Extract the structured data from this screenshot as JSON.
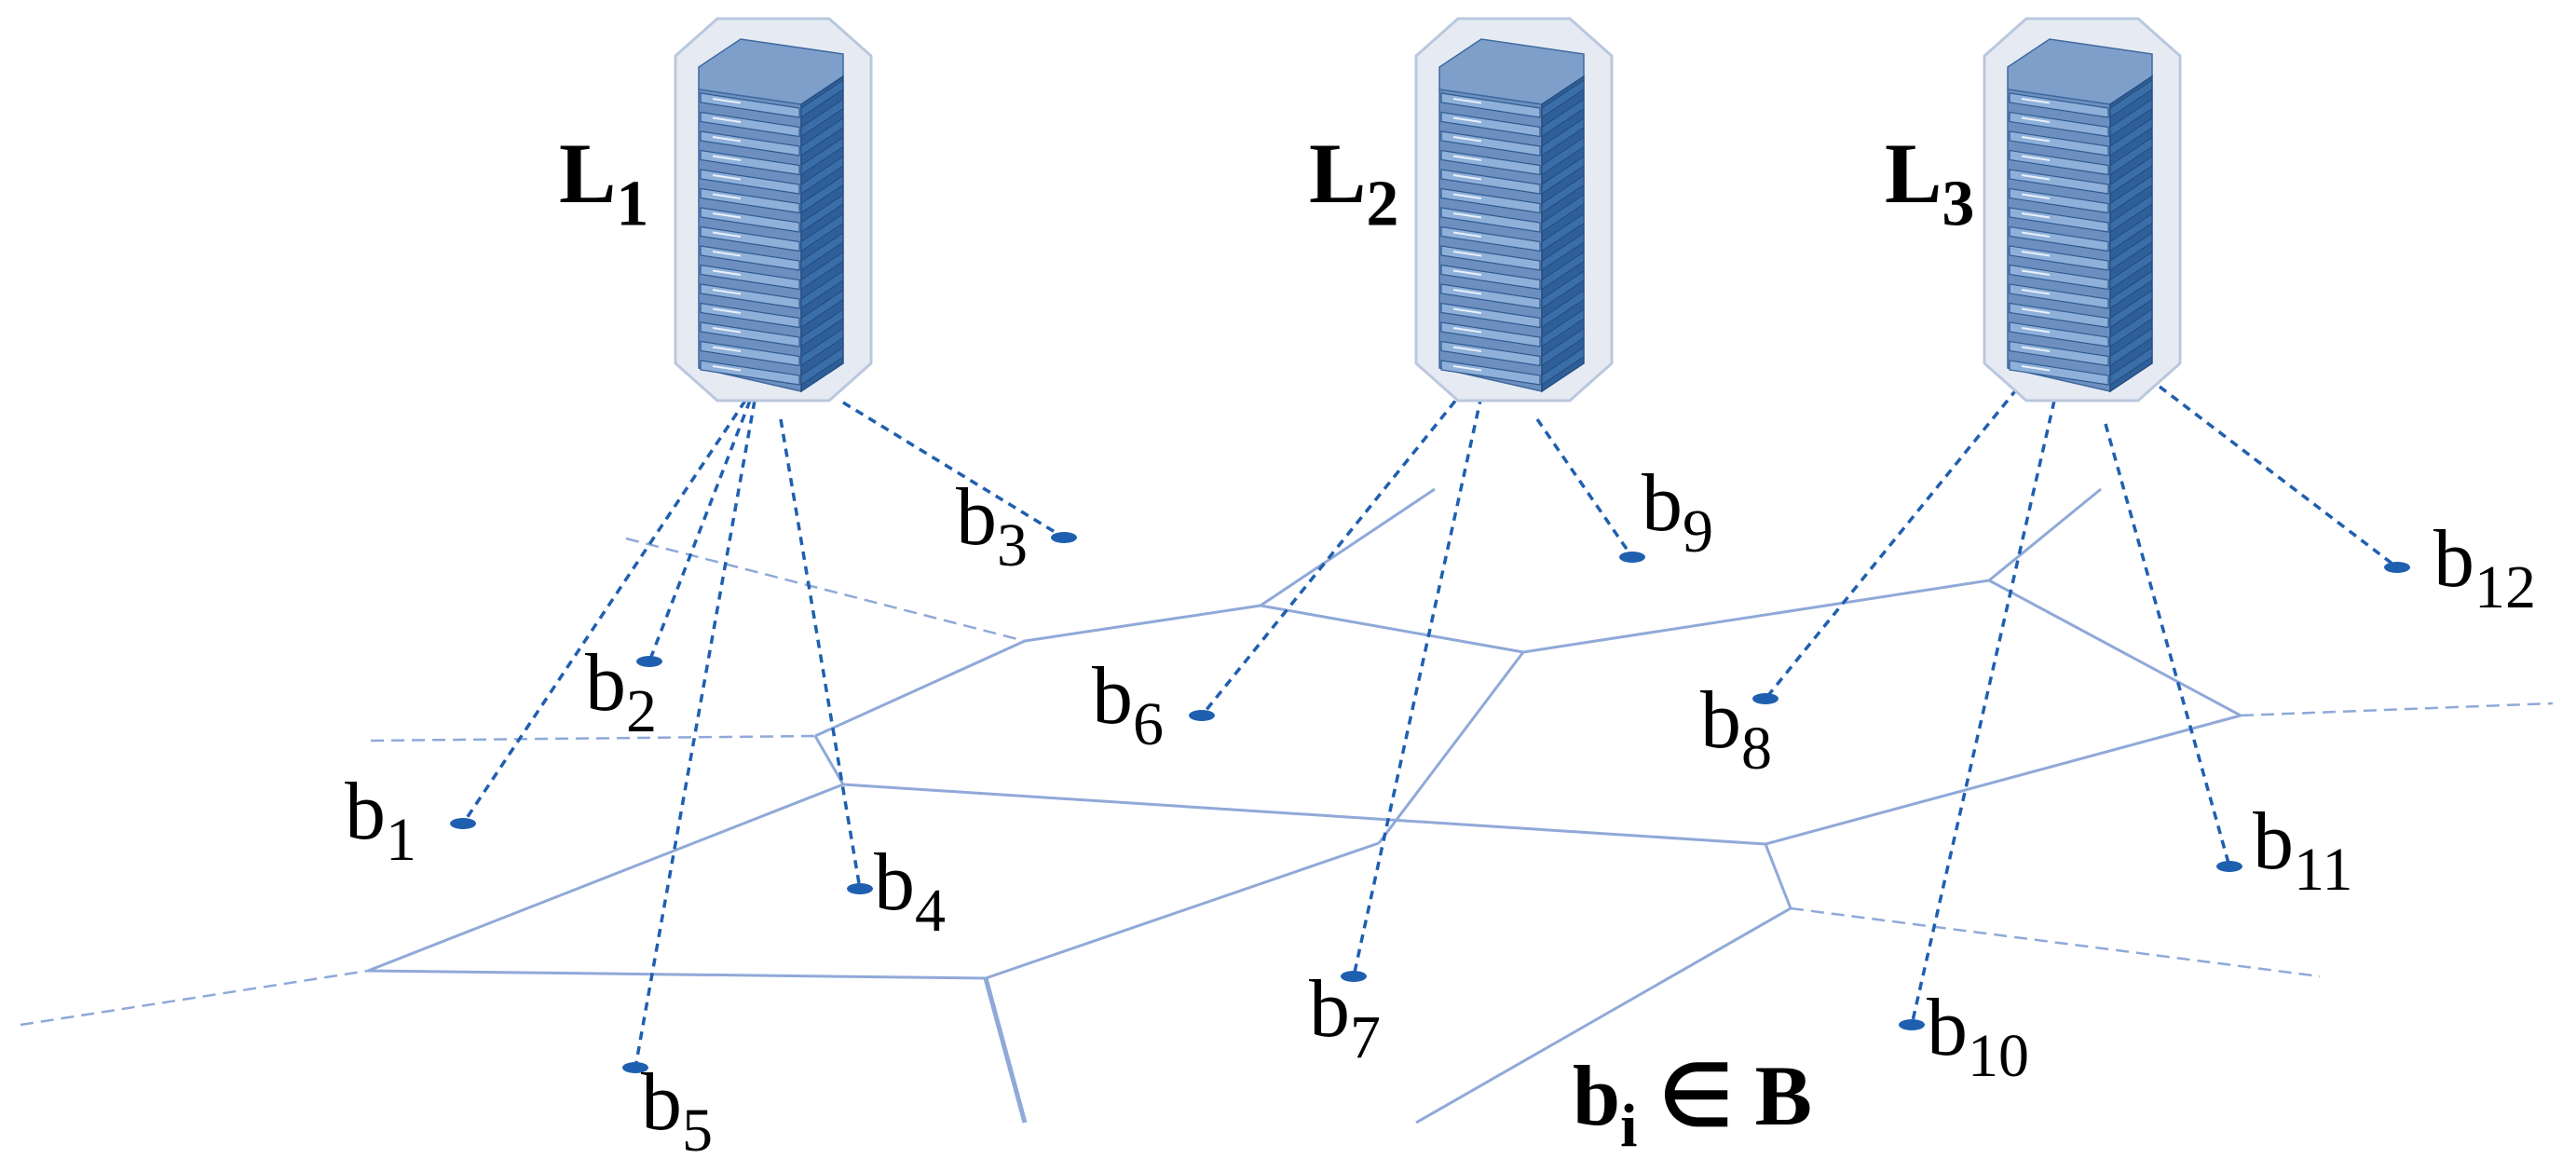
{
  "servers": [
    {
      "id": "L1",
      "label": "L",
      "sub": "1",
      "links": [
        "b1",
        "b2",
        "b4",
        "b5",
        "b3"
      ]
    },
    {
      "id": "L2",
      "label": "L",
      "sub": "2",
      "links": [
        "b6",
        "b7",
        "b9"
      ]
    },
    {
      "id": "L3",
      "label": "L",
      "sub": "3",
      "links": [
        "b8",
        "b10",
        "b11",
        "b12"
      ]
    }
  ],
  "devices": [
    {
      "id": "b1",
      "label": "b",
      "sub": "1"
    },
    {
      "id": "b2",
      "label": "b",
      "sub": "2"
    },
    {
      "id": "b3",
      "label": "b",
      "sub": "3"
    },
    {
      "id": "b4",
      "label": "b",
      "sub": "4"
    },
    {
      "id": "b5",
      "label": "b",
      "sub": "5"
    },
    {
      "id": "b6",
      "label": "b",
      "sub": "6"
    },
    {
      "id": "b7",
      "label": "b",
      "sub": "7"
    },
    {
      "id": "b8",
      "label": "b",
      "sub": "8"
    },
    {
      "id": "b9",
      "label": "b",
      "sub": "9"
    },
    {
      "id": "b10",
      "label": "b",
      "sub": "10"
    },
    {
      "id": "b11",
      "label": "b",
      "sub": "11"
    },
    {
      "id": "b12",
      "label": "b",
      "sub": "12"
    }
  ],
  "set_label": {
    "main": "b",
    "sub": "i",
    "rest": " ∈ B"
  },
  "colors": {
    "link": "#1f5fb0",
    "device": "#1f5fb0",
    "mesh": "#8fa9d8",
    "server_body": "#6d8fbf",
    "server_dark": "#2e5f99",
    "server_frame": "#e6ebf3",
    "server_frame_stroke": "#b9c8dd"
  },
  "icons": {
    "server": "server-rack-icon",
    "device": "device-dot-icon"
  }
}
